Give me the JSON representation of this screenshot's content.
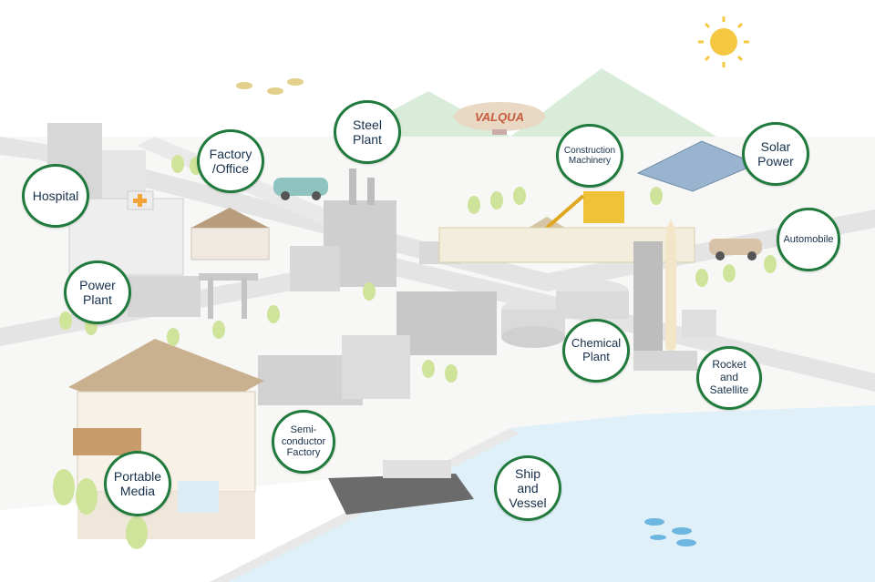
{
  "colors": {
    "badge_border": "#1f7a3c",
    "badge_text": "#16304a",
    "sea": "#dff0f8",
    "mountain": "#d9ecd9",
    "road": "#eeeeee",
    "sun": "#f5c842"
  },
  "blimp_text": "VALQUA",
  "icons": [
    "sun-icon",
    "bird-icon",
    "fish-icon",
    "blimp-icon"
  ],
  "categories": [
    {
      "id": "hospital",
      "label": "Hospital"
    },
    {
      "id": "factory-office",
      "label": "Factory\n/Office"
    },
    {
      "id": "steel-plant",
      "label": "Steel\nPlant"
    },
    {
      "id": "construction-machinery",
      "label": "Construction\nMachinery"
    },
    {
      "id": "solar-power",
      "label": "Solar\nPower"
    },
    {
      "id": "automobile",
      "label": "Automobile"
    },
    {
      "id": "power-plant",
      "label": "Power\nPlant"
    },
    {
      "id": "chemical-plant",
      "label": "Chemical\nPlant"
    },
    {
      "id": "rocket-satellite",
      "label": "Rocket\nand\nSatellite"
    },
    {
      "id": "semiconductor-factory",
      "label": "Semi-\nconductor\nFactory"
    },
    {
      "id": "portable-media",
      "label": "Portable\nMedia"
    },
    {
      "id": "ship-vessel",
      "label": "Ship\nand\nVessel"
    }
  ]
}
